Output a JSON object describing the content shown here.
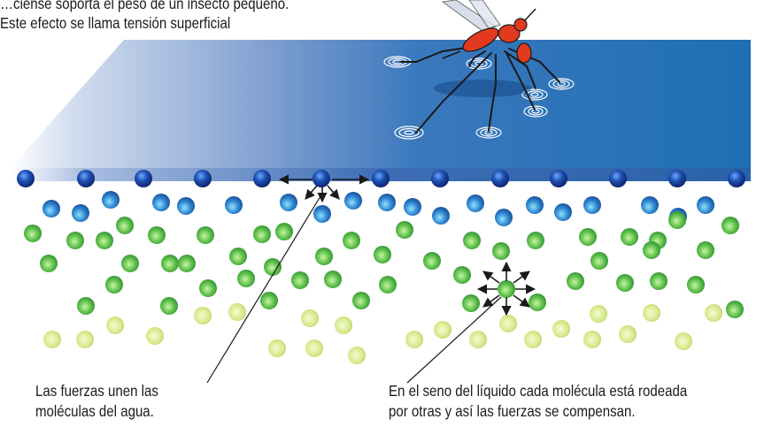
{
  "texts": {
    "header_line1": "…ciense soporta el peso de un insecto pequeño.",
    "header_line2": "Este efecto se llama tensión superficial",
    "label_left_line1": "Las fuerzas unen las",
    "label_left_line2": "moléculas del agua.",
    "label_right_line1": "En el seno del líquido cada molécula está rodeada",
    "label_right_line2": "por otras y así las fuerzas se compensan."
  },
  "colors": {
    "surface_light": "#dfe7f3",
    "surface_dark": "#1f6fb4",
    "surface_edge": "#2a62a8",
    "molecule_surface": "#1e3f9a",
    "molecule_blue": "#2f86cf",
    "molecule_green": "#5cbf4a",
    "molecule_lightgreen": "#d6e98a",
    "insect_body": "#e23a1e",
    "arrow": "#1a1a1a"
  },
  "icons": {
    "insect": "mosquito-icon",
    "ripples": "ripple-icon"
  }
}
